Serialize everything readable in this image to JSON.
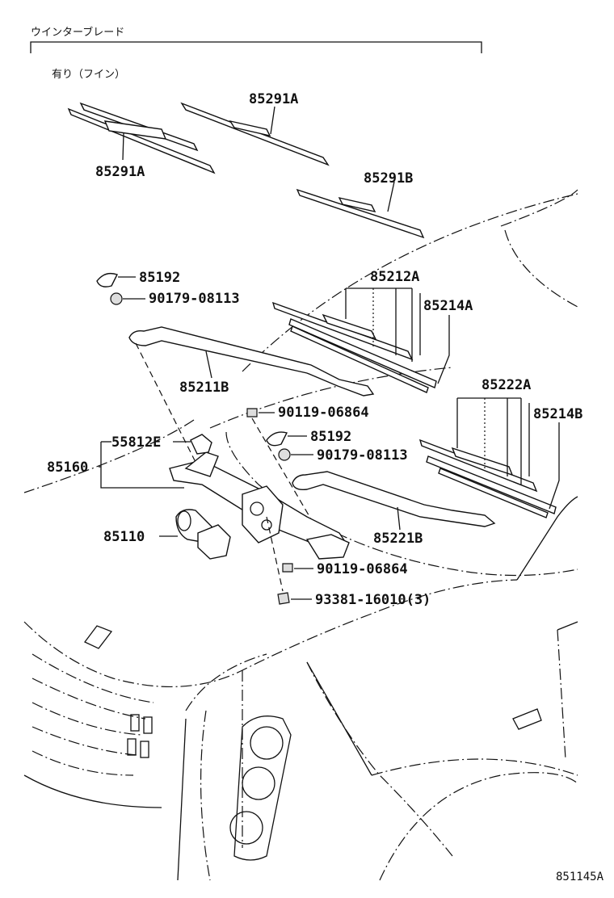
{
  "header": {
    "section_label": "ウインターブレード",
    "option_label": "有り（フイン）"
  },
  "parts": {
    "blade_85291A_top": "85291A",
    "blade_85291A_left": "85291A",
    "blade_85291B": "85291B",
    "cap_85192_upper": "85192",
    "nut_90179_upper": "90179-08113",
    "blade_85212A": "85212A",
    "rubber_85214A": "85214A",
    "arm_85211B": "85211B",
    "bolt_90119_upper": "90119-06864",
    "cap_85192_lower": "85192",
    "nut_90179_lower": "90179-08113",
    "blade_85222A": "85222A",
    "rubber_85214B": "85214B",
    "pivot_55812E": "55812E",
    "link_85160": "85160",
    "motor_85110": "85110",
    "arm_85221B": "85221B",
    "bolt_90119_lower": "90119-06864",
    "screw_93381": "93381-16010(3)"
  },
  "footer": {
    "drawing_number": "851145A"
  }
}
